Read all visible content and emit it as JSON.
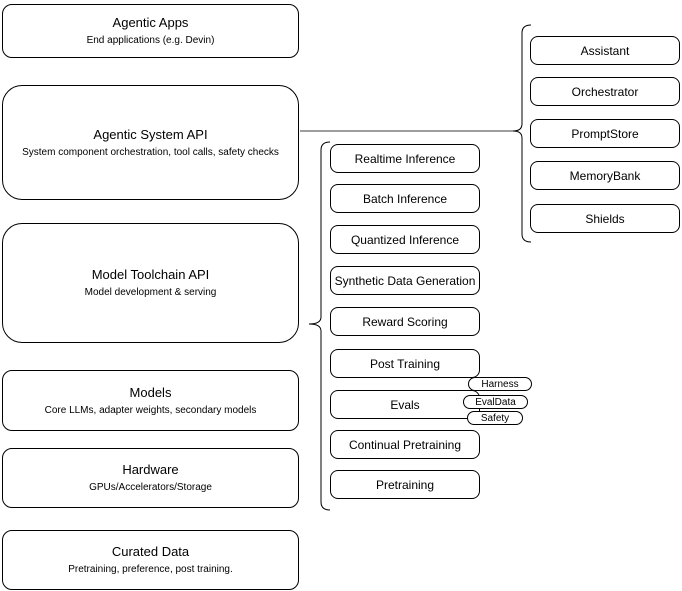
{
  "diagram": {
    "left_stack": [
      {
        "title": "Agentic Apps",
        "subtitle": "End applications (e.g. Devin)"
      },
      {
        "title": "Agentic System API",
        "subtitle": "System component orchestration, tool calls, safety checks"
      },
      {
        "title": "Model Toolchain API",
        "subtitle": "Model development & serving"
      },
      {
        "title": "Models",
        "subtitle": "Core LLMs, adapter weights, secondary models"
      },
      {
        "title": "Hardware",
        "subtitle": "GPUs/Accelerators/Storage"
      },
      {
        "title": "Curated Data",
        "subtitle": "Pretraining, preference, post training."
      }
    ],
    "toolchain_services": [
      "Realtime Inference",
      "Batch Inference",
      "Quantized Inference",
      "Synthetic Data Generation",
      "Reward Scoring",
      "Post Training",
      "Evals",
      "Continual Pretraining",
      "Pretraining"
    ],
    "evals_badges": [
      "Harness",
      "EvalData",
      "Safety"
    ],
    "system_components": [
      "Assistant",
      "Orchestrator",
      "PromptStore",
      "MemoryBank",
      "Shields"
    ],
    "colors": {
      "stroke": "#000000",
      "canvas_background": "#ffffff",
      "text": "#000000"
    }
  }
}
